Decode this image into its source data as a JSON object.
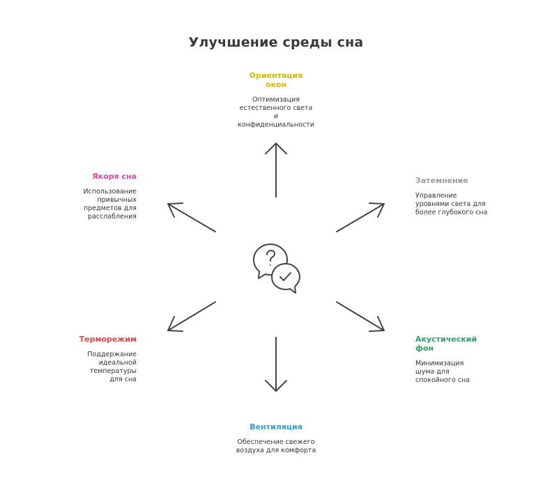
{
  "title": "Улучшение среды сна",
  "nodes": {
    "orientation": {
      "title": "Ориентация окон",
      "desc": "Оптимизация естественного света и конфиденциальности",
      "color": "#d4b800"
    },
    "darkening": {
      "title": "Затемнение",
      "desc": "Управление уровнями света для более глубокого сна",
      "color": "#9a9a9a"
    },
    "acoustic": {
      "title": "Акустический фон",
      "desc": "Минимизация шума для спокойного сна",
      "color": "#2aa463"
    },
    "ventilation": {
      "title": "Вентиляция",
      "desc": "Обеспечение свежего воздуха для комфорта",
      "color": "#2a9fd8"
    },
    "thermal": {
      "title": "Терморежим",
      "desc": "Поддержание идеальной температуры для сна",
      "color": "#e04848"
    },
    "anchors": {
      "title": "Якоря сна",
      "desc": "Использование привычных предметов для расслабления",
      "color": "#d84aa5"
    }
  },
  "center": {
    "icon": "speech-bubbles-question-check-icon"
  },
  "colors": {
    "arrow": "#444444",
    "icon": "#444444"
  }
}
